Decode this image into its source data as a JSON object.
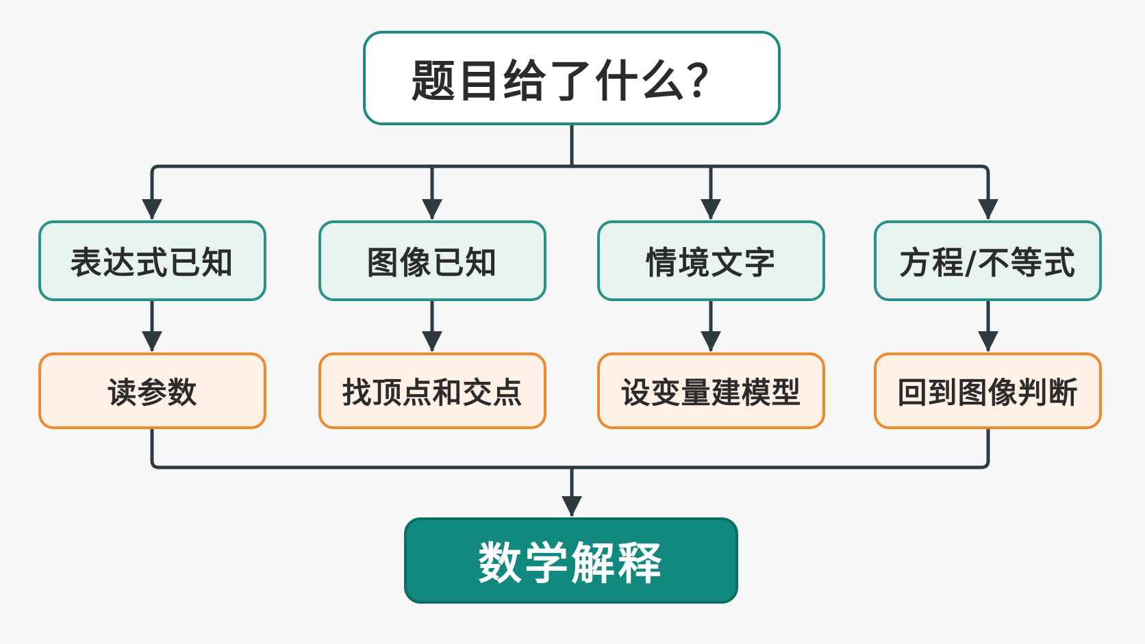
{
  "diagram": {
    "root": {
      "label": "题目给了什么？"
    },
    "branches": [
      {
        "given": "表达式已知",
        "action": "读参数"
      },
      {
        "given": "图像已知",
        "action": "找顶点和交点"
      },
      {
        "given": "情境文字",
        "action": "设变量建模型"
      },
      {
        "given": "方程/不等式",
        "action": "回到图像判断"
      }
    ],
    "result": {
      "label": "数学解释"
    },
    "colors": {
      "root_border": "#1f8a80",
      "given_fill": "#e6f3ef",
      "given_border": "#2a9088",
      "action_fill": "#fff1e6",
      "action_border": "#ee8a2c",
      "result_fill": "#11897f",
      "connector": "#2d3b41"
    }
  }
}
